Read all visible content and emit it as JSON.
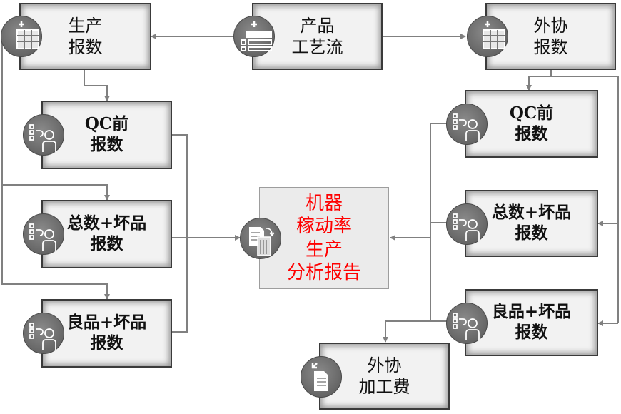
{
  "diagram": {
    "nodes": {
      "production_report": {
        "lines": [
          "生产",
          "报数"
        ],
        "icon": "add-table-icon"
      },
      "product_process": {
        "lines": [
          "产品",
          "工艺流"
        ],
        "icon": "add-list-icon"
      },
      "outsource_report": {
        "lines": [
          "外协",
          "报数"
        ],
        "icon": "add-table-icon"
      },
      "left_qc": {
        "lines": [
          "QC前",
          "报数"
        ],
        "icon": "quality-check-person-icon"
      },
      "left_total_bad": {
        "lines": [
          "总数+坏品",
          "报数"
        ],
        "icon": "quality-check-person-icon"
      },
      "left_good_bad": {
        "lines": [
          "良品+坏品",
          "报数"
        ],
        "icon": "quality-check-person-icon"
      },
      "analysis_report": {
        "lines": [
          "机器",
          "稼动率",
          "生产",
          "分析报告"
        ],
        "icon": "document-transfer-icon",
        "text_color": "#ff0000"
      },
      "right_qc": {
        "lines": [
          "QC前",
          "报数"
        ],
        "icon": "quality-check-person-icon"
      },
      "right_total_bad": {
        "lines": [
          "总数+坏品",
          "报数"
        ],
        "icon": "quality-check-person-icon"
      },
      "right_good_bad": {
        "lines": [
          "良品+坏品",
          "报数"
        ],
        "icon": "quality-check-person-icon"
      },
      "outsource_fee": {
        "lines": [
          "外协",
          "加工费"
        ],
        "icon": "document-export-icon"
      }
    },
    "edges": [
      {
        "from": "product_process",
        "to": "production_report"
      },
      {
        "from": "product_process",
        "to": "outsource_report"
      },
      {
        "from": "production_report",
        "to": "left_qc"
      },
      {
        "from": "production_report",
        "to": "left_total_bad"
      },
      {
        "from": "production_report",
        "to": "left_good_bad"
      },
      {
        "from": "left_qc",
        "to": "analysis_report"
      },
      {
        "from": "left_total_bad",
        "to": "analysis_report"
      },
      {
        "from": "left_good_bad",
        "to": "analysis_report"
      },
      {
        "from": "outsource_report",
        "to": "right_qc"
      },
      {
        "from": "outsource_report",
        "to": "right_total_bad"
      },
      {
        "from": "outsource_report",
        "to": "right_good_bad"
      },
      {
        "from": "right_qc",
        "to": "analysis_report"
      },
      {
        "from": "right_total_bad",
        "to": "analysis_report"
      },
      {
        "from": "right_good_bad",
        "to": "analysis_report"
      },
      {
        "from": "right_good_bad",
        "to": "outsource_fee"
      }
    ],
    "colors": {
      "connector": "#808080",
      "report_text": "#ff0000",
      "icon_fill": "#6e6e6e"
    }
  }
}
